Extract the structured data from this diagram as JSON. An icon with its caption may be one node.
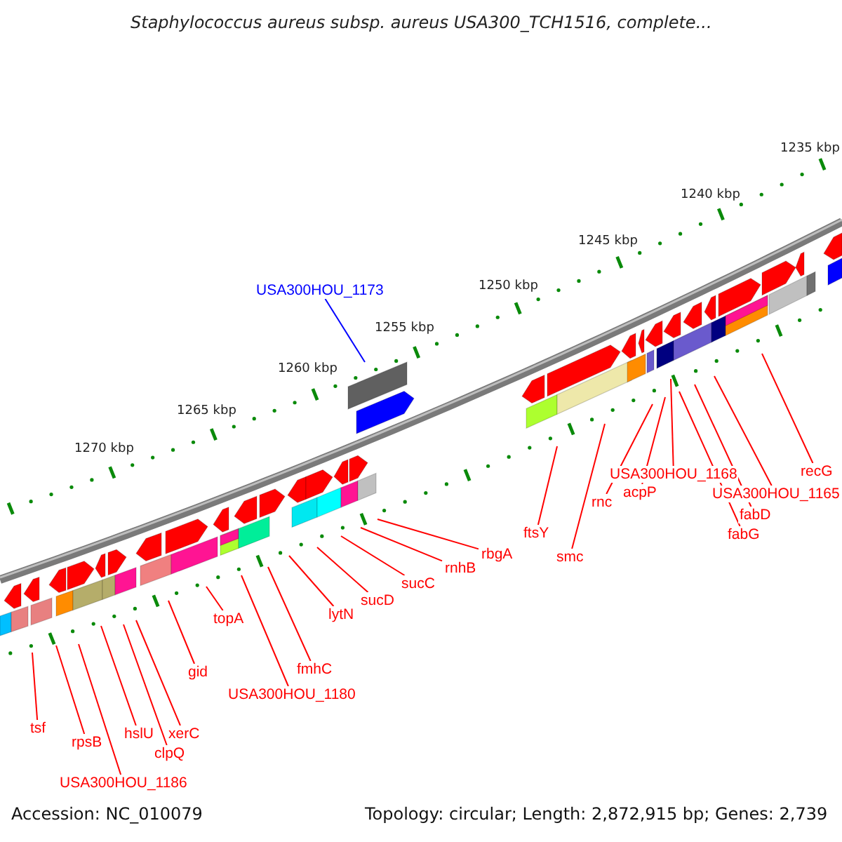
{
  "diagram": {
    "title": "Staphylococcus aureus subsp. aureus USA300_TCH1516, complete...",
    "nodes": [
      {
        "text": [
          "USA300HOU_1173"
        ]
      },
      {
        "text": [
          "recG"
        ]
      },
      {
        "text": [
          "USA300HOU_1168"
        ]
      },
      {
        "text": [
          "acpP"
        ]
      },
      {
        "text": [
          "USA300HOU_1165"
        ]
      },
      {
        "text": [
          "rnc"
        ]
      },
      {
        "text": [
          "fabD"
        ]
      },
      {
        "text": [
          "ftsY"
        ]
      },
      {
        "text": [
          "fabG"
        ]
      },
      {
        "text": [
          "rbgA"
        ]
      },
      {
        "text": [
          "smc"
        ]
      },
      {
        "text": [
          "rnhB"
        ]
      },
      {
        "text": [
          "sucC"
        ]
      },
      {
        "text": [
          "sucD"
        ]
      },
      {
        "text": [
          "lytN"
        ]
      },
      {
        "text": [
          "topA"
        ]
      },
      {
        "text": [
          "fmhC"
        ]
      },
      {
        "text": [
          "gid"
        ]
      },
      {
        "text": [
          "USA300HOU_1180"
        ]
      },
      {
        "text": [
          "tsf"
        ]
      },
      {
        "text": [
          "hslU"
        ]
      },
      {
        "text": [
          "xerC"
        ]
      },
      {
        "text": [
          "rpsB"
        ]
      },
      {
        "text": [
          "clpQ"
        ]
      },
      {
        "text": [
          "USA300HOU_1186"
        ]
      }
    ],
    "edges": [
      {
        "from": 0,
        "to": null,
        "arrow": "none",
        "color": "#0000ff"
      },
      {
        "from": 1,
        "to": null,
        "arrow": "none"
      },
      {
        "from": 2,
        "to": null,
        "arrow": "none"
      },
      {
        "from": 3,
        "to": null,
        "arrow": "none"
      },
      {
        "from": 4,
        "to": null,
        "arrow": "none"
      },
      {
        "from": 5,
        "to": null,
        "arrow": "none"
      },
      {
        "from": 6,
        "to": null,
        "arrow": "none"
      },
      {
        "from": 7,
        "to": null,
        "arrow": "none"
      },
      {
        "from": 8,
        "to": null,
        "arrow": "none"
      },
      {
        "from": 9,
        "to": null,
        "arrow": "none"
      },
      {
        "from": 10,
        "to": null,
        "arrow": "none"
      },
      {
        "from": 11,
        "to": null,
        "arrow": "none"
      },
      {
        "from": 12,
        "to": null,
        "arrow": "none"
      },
      {
        "from": 13,
        "to": null,
        "arrow": "none"
      },
      {
        "from": 14,
        "to": null,
        "arrow": "none"
      },
      {
        "from": 15,
        "to": null,
        "arrow": "none"
      },
      {
        "from": 16,
        "to": null,
        "arrow": "none"
      },
      {
        "from": 17,
        "to": null,
        "arrow": "none"
      },
      {
        "from": 18,
        "to": null,
        "arrow": "none"
      },
      {
        "from": 19,
        "to": null,
        "arrow": "none"
      },
      {
        "from": 20,
        "to": null,
        "arrow": "none"
      },
      {
        "from": 21,
        "to": null,
        "arrow": "none"
      },
      {
        "from": 22,
        "to": null,
        "arrow": "none"
      },
      {
        "from": 23,
        "to": null,
        "arrow": "none"
      },
      {
        "from": 24,
        "to": null,
        "arrow": "none"
      }
    ],
    "labels": [
      "1235 kbp",
      "1240 kbp",
      "1245 kbp",
      "1250 kbp",
      "1255 kbp",
      "1260 kbp",
      "1265 kbp",
      "1270 kbp",
      "Accession: NC_010079",
      "Topology: circular; Length: 2,872,915 bp; Genes: 2,739"
    ]
  }
}
